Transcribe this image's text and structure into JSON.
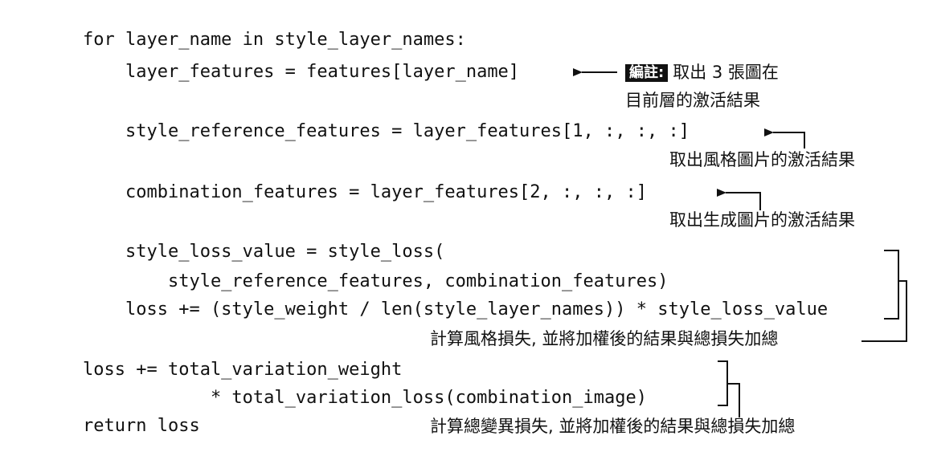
{
  "code_lines": [
    "for layer_name in style_layer_names:",
    "    layer_features = features[layer_name]",
    "    style_reference_features = layer_features[1, :, :, :]",
    "    combination_features = layer_features[2, :, :, :]",
    "    style_loss_value = style_loss(",
    "        style_reference_features, combination_features)",
    "    loss += (style_weight / len(style_layer_names)) * style_loss_value",
    "loss += total_variation_weight",
    "            * total_variation_loss(combination_image)",
    "return loss"
  ],
  "annotations": {
    "note_badge": "編註:",
    "note_layer_line1": "取出 3 張圖在",
    "note_layer_line2": "目前層的激活結果",
    "note_style_ref": "取出風格圖片的激活結果",
    "note_combination": "取出生成圖片的激活結果",
    "note_style_loss": "計算風格損失, 並將加權後的結果與總損失加總",
    "note_tv_loss": "計算總變異損失, 並將加權後的結果與總損失加總"
  }
}
